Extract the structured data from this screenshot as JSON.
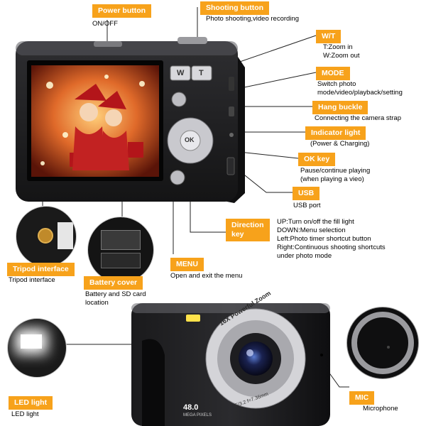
{
  "callouts": {
    "power": {
      "title": "Power button",
      "desc": "ON/OFF"
    },
    "shooting": {
      "title": "Shooting button",
      "desc": "Photo shooting,video recording"
    },
    "wt": {
      "title": "W/T",
      "desc_lines": [
        "T:Zoom in",
        "W:Zoom out"
      ]
    },
    "mode": {
      "title": "MODE",
      "desc_lines": [
        "Switch photo",
        "mode/video/playback/setting"
      ]
    },
    "hang": {
      "title": "Hang buckle",
      "desc": "Connecting the camera strap"
    },
    "indicator": {
      "title": "Indicator light",
      "desc": "(Power & Charging)"
    },
    "ok": {
      "title": "OK key",
      "desc_lines": [
        "Pause/continue playing",
        "(when playing a vieo)"
      ]
    },
    "usb": {
      "title": "USB",
      "desc": "USB port"
    },
    "direction": {
      "title_lines": [
        "Direction",
        "key"
      ],
      "desc_lines": [
        "UP:Turn on/off the fill light",
        "DOWN:Menu selection",
        "Left:Photo timer shortcut button",
        "Right:Continuous shooting shortcuts",
        "under photo mode"
      ]
    },
    "menu": {
      "title": "MENU",
      "desc": "Open and exit the menu"
    },
    "tripod": {
      "title": "Tripod interface",
      "desc": "Tripod interface"
    },
    "battery": {
      "title": "Battery cover",
      "desc_lines": [
        "Battery and SD card",
        "location"
      ]
    },
    "led": {
      "title": "LED light",
      "desc": "LED light"
    },
    "mic": {
      "title": "MIC",
      "desc": "Microphone"
    }
  },
  "camera_back": {
    "w_key": "W",
    "t_key": "T",
    "ok_key": "OK"
  },
  "camera_front": {
    "lens_ring_text": "16X Powerful Zoom",
    "lens_spec": "F/3.2  f=7.36mm",
    "megapixels": "48.0",
    "megapixels_sub": "MEGA PIXELS"
  },
  "colors": {
    "accent": "#f7a21b",
    "camera_body": "#1c1c1e",
    "text": "#000000"
  }
}
